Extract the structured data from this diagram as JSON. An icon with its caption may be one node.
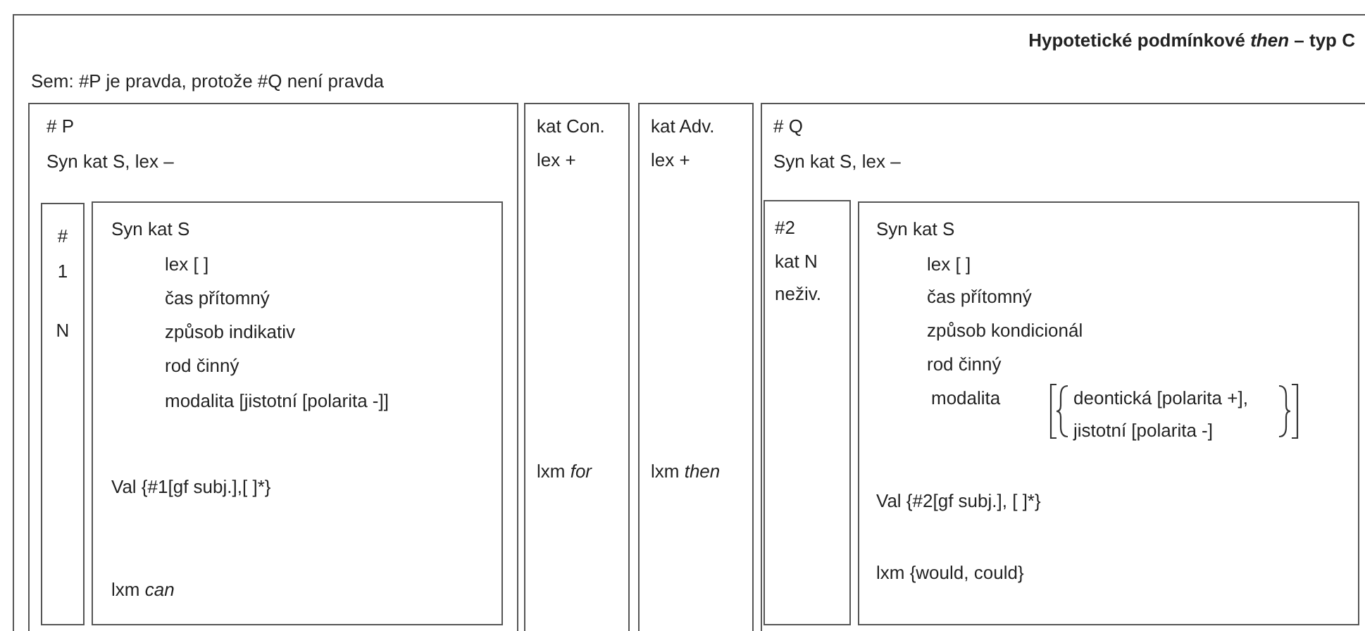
{
  "diagram": {
    "nodes": [
      {
        "text": [
          "Hypotetické podmínkové *then* – typ C",
          "Sem: #P je pravda, protože #Q není pravda"
        ]
      },
      {
        "text": [
          "# P",
          "Syn kat S, lex –"
        ],
        "in": 0
      },
      {
        "text": [
          "# 1",
          "N"
        ],
        "in": 1
      },
      {
        "text": [
          "Syn kat S",
          "lex [ ]",
          "čas přítomný",
          "způsob indikativ",
          "rod činný",
          "modalita [jistotní [polarita -]]",
          "Val {#1[gf subj.],[ ]*}",
          "lxm *can*"
        ],
        "in": 1
      },
      {
        "text": [
          "kat Con.",
          "lex +",
          "lxm *for*"
        ],
        "in": 0
      },
      {
        "text": [
          "kat Adv.",
          "lex +",
          "lxm *then*"
        ],
        "in": 0
      },
      {
        "text": [
          "# Q",
          "Syn kat S, lex –"
        ],
        "in": 0
      },
      {
        "text": [
          "#2",
          "kat N",
          "neživ."
        ],
        "in": 6
      },
      {
        "text": [
          "Syn kat S",
          "lex [ ]",
          "čas přítomný",
          "způsob kondicionál",
          "rod činný",
          "modalita",
          "deontická [polarita +],",
          "jistotní [polarita -]",
          "Val {#2[gf subj.], [ ]*}",
          "lxm {would, could}"
        ],
        "in": 6
      }
    ]
  }
}
